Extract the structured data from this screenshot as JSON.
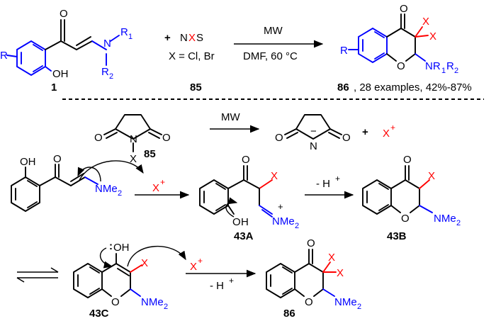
{
  "colors": {
    "atom_default": "#000000",
    "nitrogen": "#0000ff",
    "halogen": "#ff0000"
  },
  "top": {
    "reactant1": {
      "carbonyl_o": "O",
      "n": "N",
      "r1": "R",
      "r1_sub": "1",
      "r2": "R",
      "r2_sub": "2",
      "ring_r": "R",
      "oh": "OH",
      "label": "1"
    },
    "plus": "+",
    "nxs": {
      "n": "N",
      "x": "X",
      "s": "S"
    },
    "halogen_note": "X = Cl, Br",
    "reagent_label": "85",
    "arrow_top": "MW",
    "arrow_bottom": "DMF, 60 °C",
    "product": {
      "carbonyl_o": "O",
      "x1": "X",
      "x2": "X",
      "ring_r": "R",
      "ring_o": "O",
      "nr": "NR",
      "nr_sub1": "1",
      "nr_r2": "R",
      "nr_sub2": "2",
      "label": "86",
      "note": ", 28 examples, 42%-87%"
    }
  },
  "mech1": {
    "succinimide": {
      "o_left": "O",
      "o_right": "O",
      "n": "N",
      "x": "X",
      "label": "85"
    },
    "arrow_label": "MW",
    "anion": {
      "o_left": "O",
      "o_right": "O",
      "n": "N",
      "charge": "−"
    },
    "plus": "+",
    "halogen_cation": "X",
    "cation_charge": "+"
  },
  "mech2": {
    "enaminone": {
      "oh": "OH",
      "o": "O",
      "nme": "NMe",
      "nme_sub": "2"
    },
    "xplus": "X",
    "xplus_charge": "+",
    "int43A": {
      "o": "O",
      "x": "X",
      "oh_o": "O",
      "oh_h": "H",
      "n": "N",
      "n_charge": "+",
      "nme": "NMe",
      "nme_sub": "2",
      "label": "43A"
    },
    "step_label": "- H",
    "step_charge": "+",
    "int43B": {
      "o": "O",
      "x": "X",
      "ring_o": "O",
      "nme": "NMe",
      "nme_sub": "2",
      "label": "43B"
    }
  },
  "mech3": {
    "int43C": {
      "oh": "OH",
      "lone_pair": ":",
      "x": "X",
      "ring_o": "O",
      "nme": "NMe",
      "nme_sub": "2",
      "label": "43C"
    },
    "xplus": "X",
    "xplus_charge": "+",
    "step_label": "- H",
    "step_charge": "+",
    "product86": {
      "o": "O",
      "x1": "X",
      "x2": "X",
      "ring_o": "O",
      "nme": "NMe",
      "nme_sub": "2",
      "label": "86"
    }
  }
}
